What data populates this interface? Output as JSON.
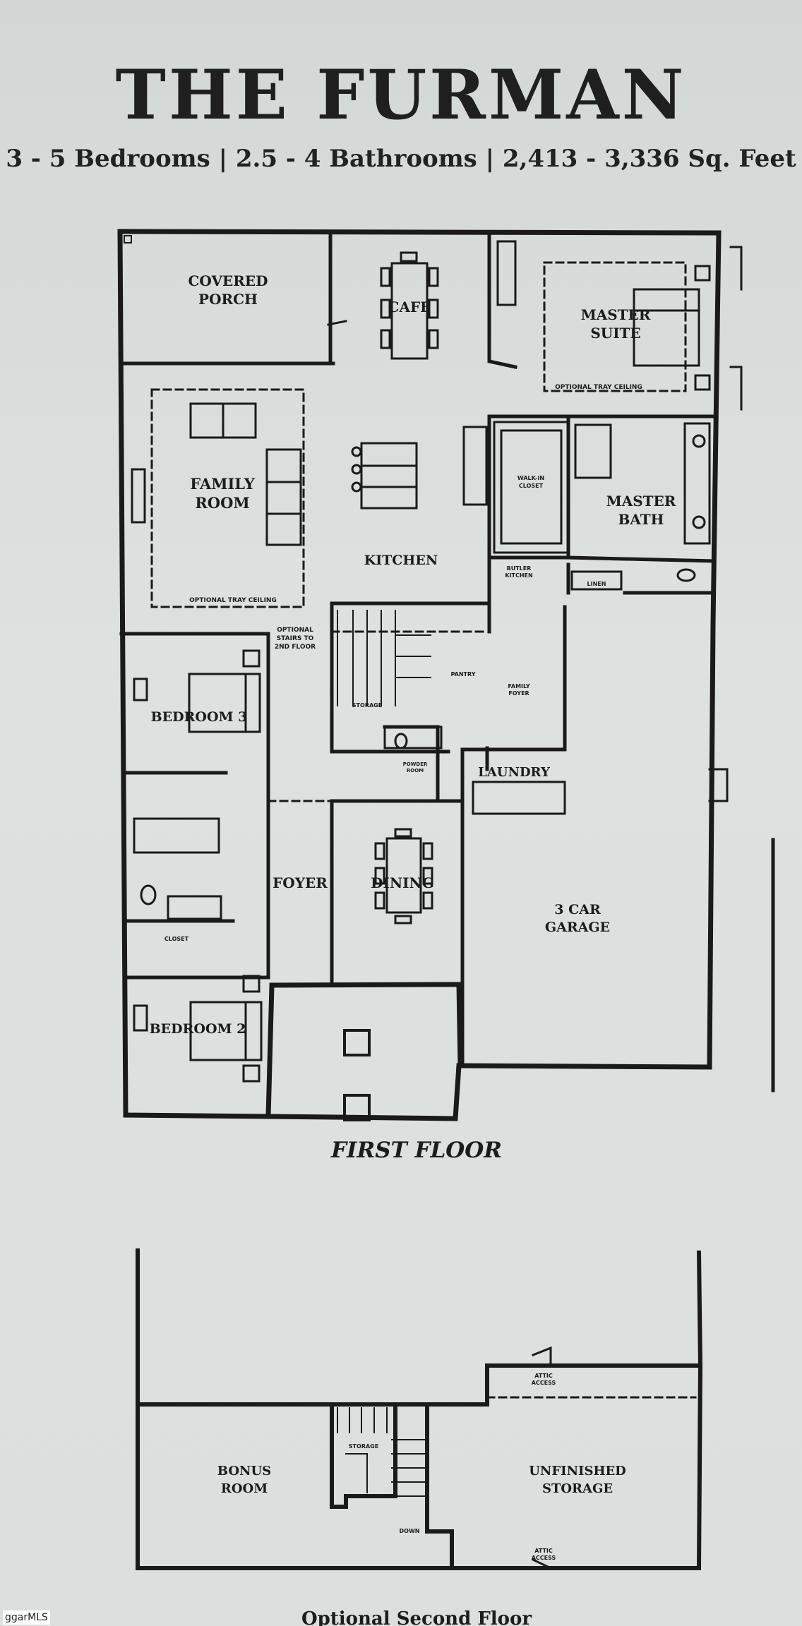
{
  "header": {
    "title": "THE FURMAN",
    "subtitle": "3 - 5 Bedrooms | 2.5 - 4 Bathrooms | 2,413 - 3,336 Sq. Feet"
  },
  "first_floor": {
    "caption": "FIRST FLOOR",
    "rooms": {
      "covered_porch": [
        "COVERED",
        "PORCH"
      ],
      "cafe": "CAFE",
      "master_suite": [
        "MASTER",
        "SUITE"
      ],
      "family_room": [
        "FAMILY",
        "ROOM"
      ],
      "kitchen": "KITCHEN",
      "master_bath": [
        "MASTER",
        "BATH"
      ],
      "bedroom3": "BEDROOM 3",
      "laundry": "LAUNDRY",
      "foyer": "FOYER",
      "dining": "DINING",
      "garage": [
        "3 CAR",
        "GARAGE"
      ],
      "bedroom2": "BEDROOM 2"
    },
    "notes": {
      "optional_tray_ceiling_family": "OPTIONAL TRAY CEILING",
      "optional_tray_ceiling_master": "OPTIONAL TRAY CEILING",
      "optional_stairs": [
        "OPTIONAL",
        "STAIRS TO",
        "2ND FLOOR"
      ],
      "walk_in_closet": [
        "WALK-IN",
        "CLOSET"
      ],
      "pantry": "PANTRY",
      "storage": "STORAGE",
      "powder_room": [
        "POWDER",
        "ROOM"
      ],
      "family_foyer": [
        "FAMILY",
        "FOYER"
      ],
      "butler_kitchen": [
        "BUTLER",
        "KITCHEN"
      ],
      "linen": "LINEN",
      "closet": "CLOSET"
    }
  },
  "second_floor": {
    "caption": "Optional Second Floor",
    "rooms": {
      "bonus_room": [
        "BONUS",
        "ROOM"
      ],
      "unfinished_storage": [
        "UNFINISHED",
        "STORAGE"
      ]
    },
    "notes": {
      "attic_access_top": [
        "ATTIC",
        "ACCESS"
      ],
      "attic_access_bottom": [
        "ATTIC",
        "ACCESS"
      ],
      "storage": "STORAGE",
      "down": "DOWN"
    }
  },
  "watermark": "ggarMLS"
}
